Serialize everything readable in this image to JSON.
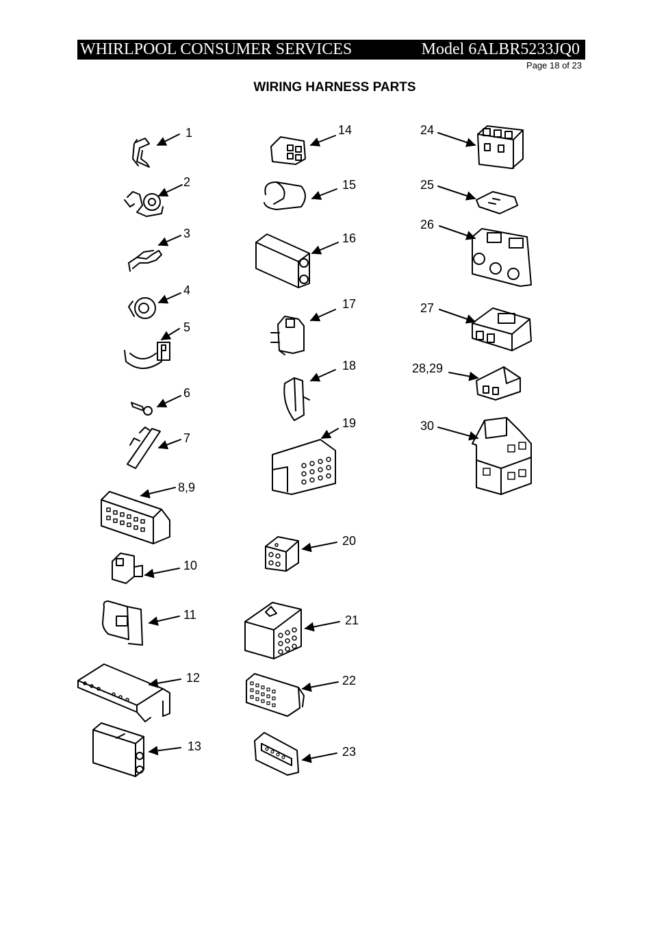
{
  "header": {
    "left": "WHIRLPOOL CONSUMER SERVICES",
    "right": "Model 6ALBR5233JQ0",
    "page": "Page 18 of 23"
  },
  "title": "WIRING HARNESS PARTS",
  "parts": [
    {
      "id": "p1",
      "label": "1"
    },
    {
      "id": "p2",
      "label": "2"
    },
    {
      "id": "p3",
      "label": "3"
    },
    {
      "id": "p4",
      "label": "4"
    },
    {
      "id": "p5",
      "label": "5"
    },
    {
      "id": "p6",
      "label": "6"
    },
    {
      "id": "p7",
      "label": "7"
    },
    {
      "id": "p8",
      "label": "8,9"
    },
    {
      "id": "p10",
      "label": "10"
    },
    {
      "id": "p11",
      "label": "11"
    },
    {
      "id": "p12",
      "label": "12"
    },
    {
      "id": "p13",
      "label": "13"
    },
    {
      "id": "p14",
      "label": "14"
    },
    {
      "id": "p15",
      "label": "15"
    },
    {
      "id": "p16",
      "label": "16"
    },
    {
      "id": "p17",
      "label": "17"
    },
    {
      "id": "p18",
      "label": "18"
    },
    {
      "id": "p19",
      "label": "19"
    },
    {
      "id": "p20",
      "label": "20"
    },
    {
      "id": "p21",
      "label": "21"
    },
    {
      "id": "p22",
      "label": "22"
    },
    {
      "id": "p23",
      "label": "23"
    },
    {
      "id": "p24",
      "label": "24"
    },
    {
      "id": "p25",
      "label": "25"
    },
    {
      "id": "p26",
      "label": "26"
    },
    {
      "id": "p27",
      "label": "27"
    },
    {
      "id": "p28",
      "label": "28,29"
    },
    {
      "id": "p30",
      "label": "30"
    }
  ]
}
